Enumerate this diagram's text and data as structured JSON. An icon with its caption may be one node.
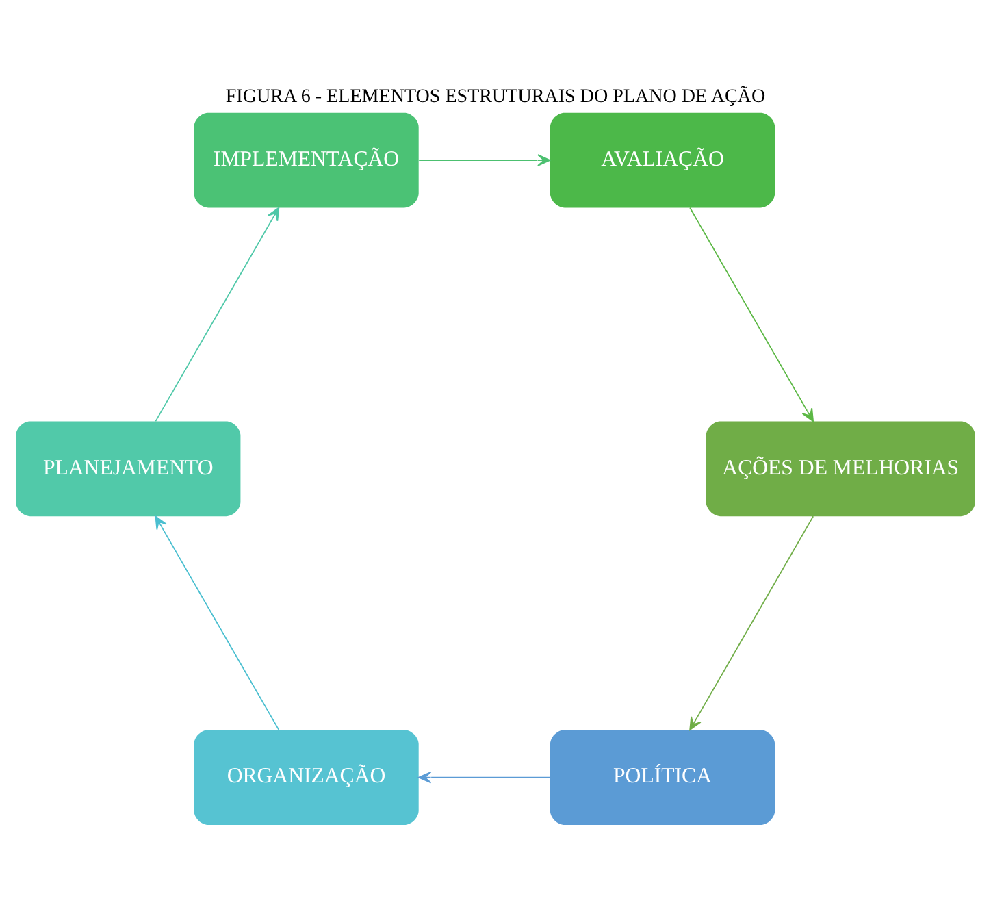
{
  "diagram": {
    "title": "FIGURA 6 - ELEMENTOS ESTRUTURAIS DO PLANO DE AÇÃO",
    "nodes": [
      {
        "text": [
          "POLÍTICA"
        ]
      },
      {
        "text": [
          "ORGANIZAÇÃO"
        ]
      },
      {
        "text": [
          "PLANEJAMENTO"
        ]
      },
      {
        "text": [
          "IMPLEMENTAÇÃO"
        ]
      },
      {
        "text": [
          "AVALIAÇÃO"
        ]
      },
      {
        "text": [
          "AÇÕES DE MELHORIAS"
        ]
      }
    ],
    "edges": [
      {
        "from": 0,
        "to": 1,
        "arrow": "to",
        "color": "#5b9bd5"
      },
      {
        "from": 1,
        "to": 2,
        "arrow": "to",
        "color": "#4bbfd0"
      },
      {
        "from": 2,
        "to": 3,
        "arrow": "to",
        "color": "#4fc8a8"
      },
      {
        "from": 3,
        "to": 4,
        "arrow": "to",
        "color": "#4cc070"
      },
      {
        "from": 4,
        "to": 5,
        "arrow": "to",
        "color": "#5cb845"
      },
      {
        "from": 5,
        "to": 0,
        "arrow": "to",
        "color": "#70ad47"
      }
    ]
  }
}
